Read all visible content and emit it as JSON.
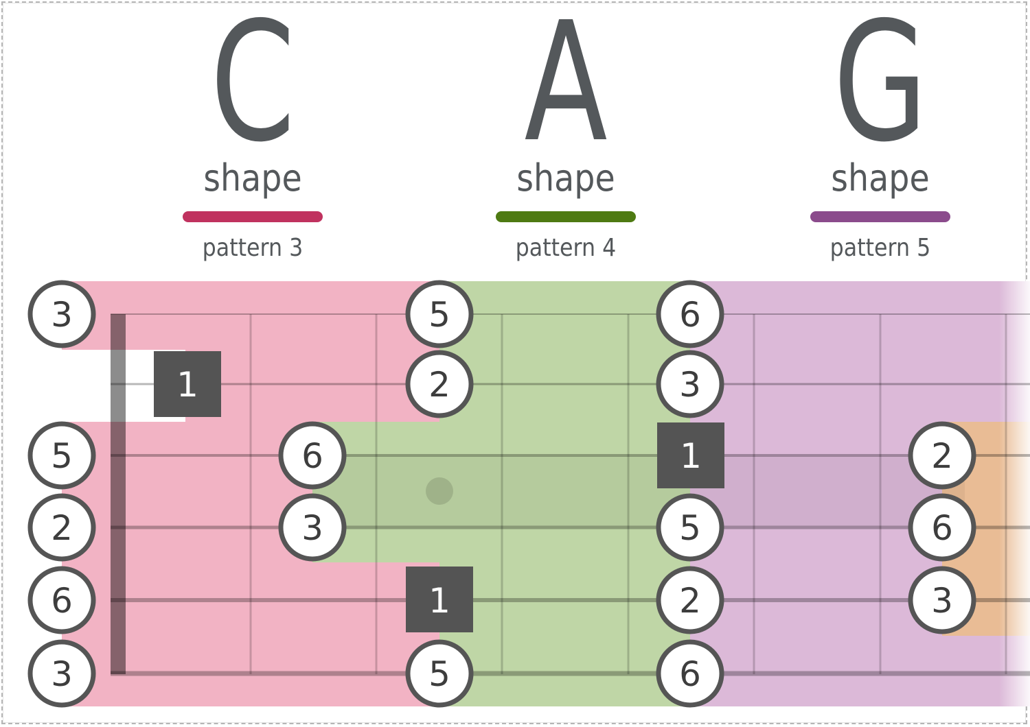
{
  "colors": {
    "c_shape": "#c0325f",
    "a_shape": "#4e7a12",
    "g_shape": "#8b4b8c",
    "c_fill": "#f2b3c4",
    "a_fill": "#bfd6a6",
    "g_fill": "#dcb9d8",
    "e_fill": "#e9bc95",
    "text": "#54585b",
    "root_box": "#545454"
  },
  "shapes": [
    {
      "letter": "C",
      "word": "shape",
      "pattern": "pattern 3"
    },
    {
      "letter": "A",
      "word": "shape",
      "pattern": "pattern 4"
    },
    {
      "letter": "G",
      "word": "shape",
      "pattern": "pattern 5"
    }
  ],
  "notes": {
    "open_column": [
      "3",
      "",
      "5",
      "2",
      "6",
      "3"
    ],
    "c_root": "1",
    "col_fret3": [
      "6",
      "3"
    ],
    "col_fret4": [
      "5",
      "2",
      "1",
      "5"
    ],
    "col_fret6": [
      "6",
      "3",
      "1",
      "5",
      "2",
      "6"
    ],
    "col_fret8": [
      "2",
      "6",
      "3"
    ]
  }
}
